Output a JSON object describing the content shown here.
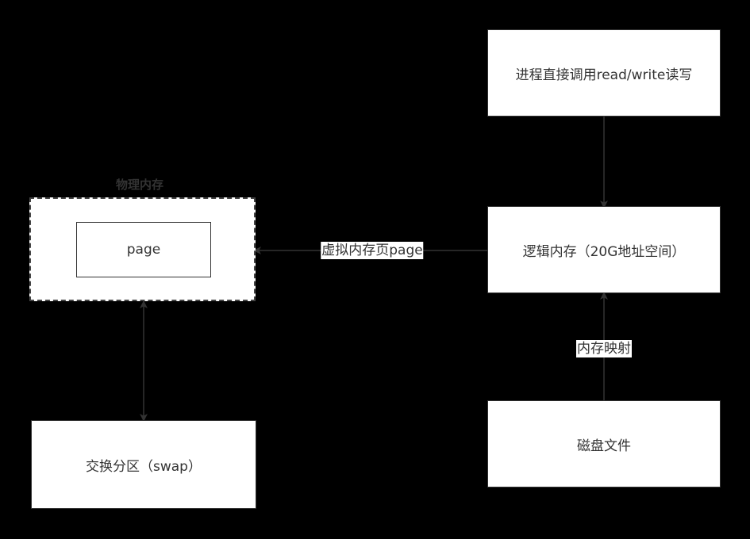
{
  "nodes": {
    "process_rw": "进程直接调用read/write读写",
    "logical_memory": "逻辑内存（20G地址空间）",
    "disk_file": "磁盘文件",
    "physical_memory_title": "物理内存",
    "page": "page",
    "swap": "交换分区（swap）"
  },
  "edges": {
    "virtual_page": "虚拟内存页page",
    "memory_map": "内存映射"
  },
  "colors": {
    "background": "#000000",
    "box": "#ffffff",
    "stroke": "#333333"
  }
}
